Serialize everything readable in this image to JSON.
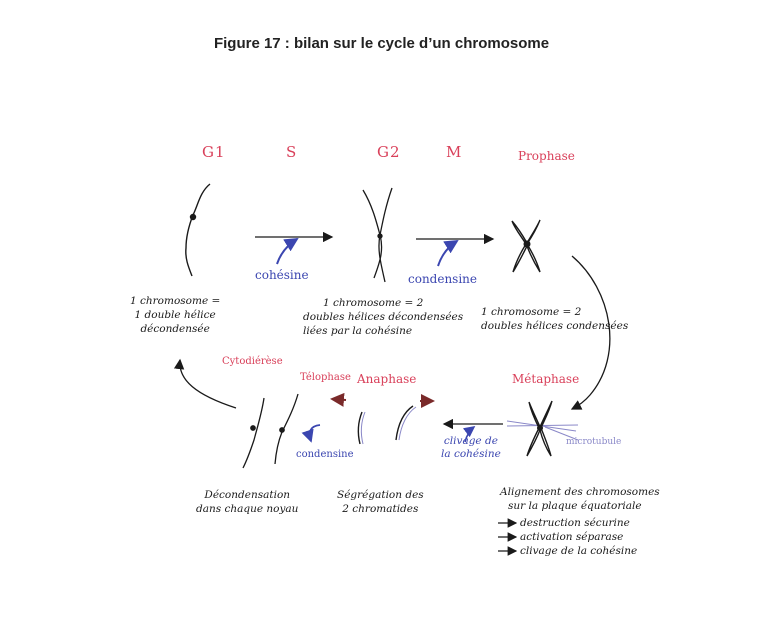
{
  "title": "Figure 17 : bilan sur le cycle d’un chromosome",
  "phases": {
    "g1": "G1",
    "s": "S",
    "g2": "G2",
    "m": "M",
    "prophase": "Prophase",
    "metaphase": "Métaphase",
    "anaphase": "Anaphase",
    "telophase": "Télophase",
    "cytodierese": "Cytodiérèse"
  },
  "proteins": {
    "cohesine": "cohésine",
    "condensine_top": "condensine",
    "condensine_bottom": "condensine",
    "clivage": [
      "clivage de",
      "la cohésine"
    ],
    "microtubule": "microtubule"
  },
  "notes": {
    "g1": [
      "1 chromosome =",
      "1 double hélice",
      "décondensée"
    ],
    "g2": [
      "1 chromosome = 2",
      "doubles hélices décondensées",
      "liées par la cohésine"
    ],
    "prophase": [
      "1 chromosome = 2",
      "doubles hélices condensées"
    ],
    "decondensation": [
      "Décondensation",
      "dans chaque noyau"
    ],
    "segregation": [
      "Ségrégation des",
      "2 chromatides"
    ],
    "alignement": [
      "Alignement des chromosomes",
      "sur la plaque équatoriale"
    ],
    "legend": [
      "destruction sécurine",
      "activation séparase",
      "clivage de la cohésine"
    ]
  },
  "colors": {
    "red": "#d9405a",
    "blue": "#3b46b0",
    "ink": "#1a1a1a",
    "brown": "#7a2a2a",
    "lilac": "#8a88c8"
  }
}
